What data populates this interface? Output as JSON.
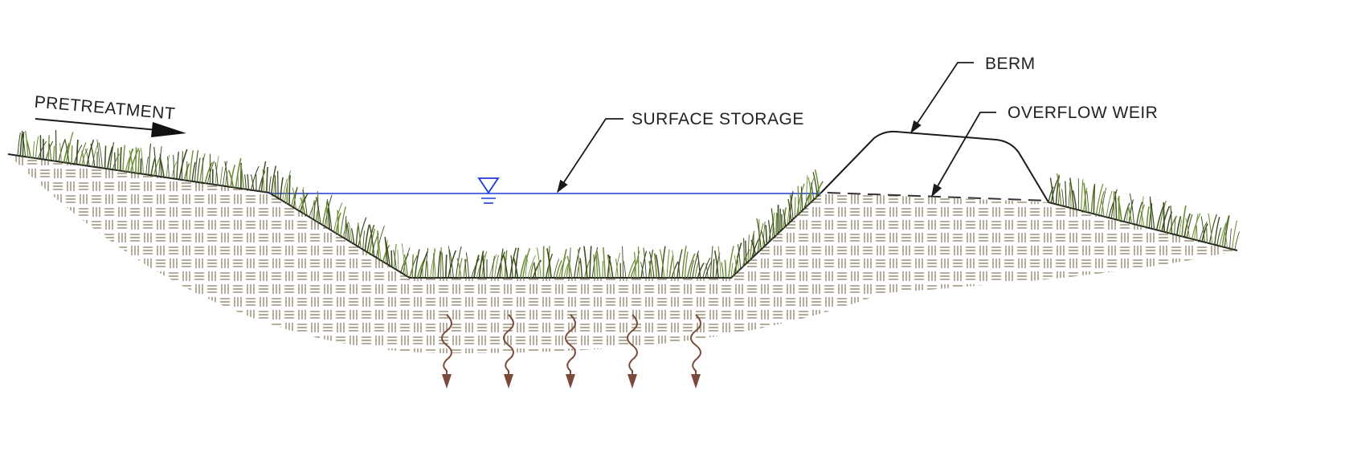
{
  "labels": {
    "pretreatment": "PRETREATMENT",
    "surface_storage": "SURFACE STORAGE",
    "berm": "BERM",
    "overflow_weir": "OVERFLOW WEIR"
  },
  "colors": {
    "soil_hatch": "#8b7d60",
    "soil_line": "#222222",
    "water_line": "#1f3bd6",
    "grass": "#6e8f3a",
    "grass_dark": "#3c4f1e",
    "infiltration_arrow": "#7a4a3a",
    "ink": "#1a1a1a"
  },
  "icons": {
    "water_level": "water-level-triangle-icon",
    "flow_direction": "arrow-right-icon",
    "infiltration": "infiltration-arrow-icon"
  }
}
